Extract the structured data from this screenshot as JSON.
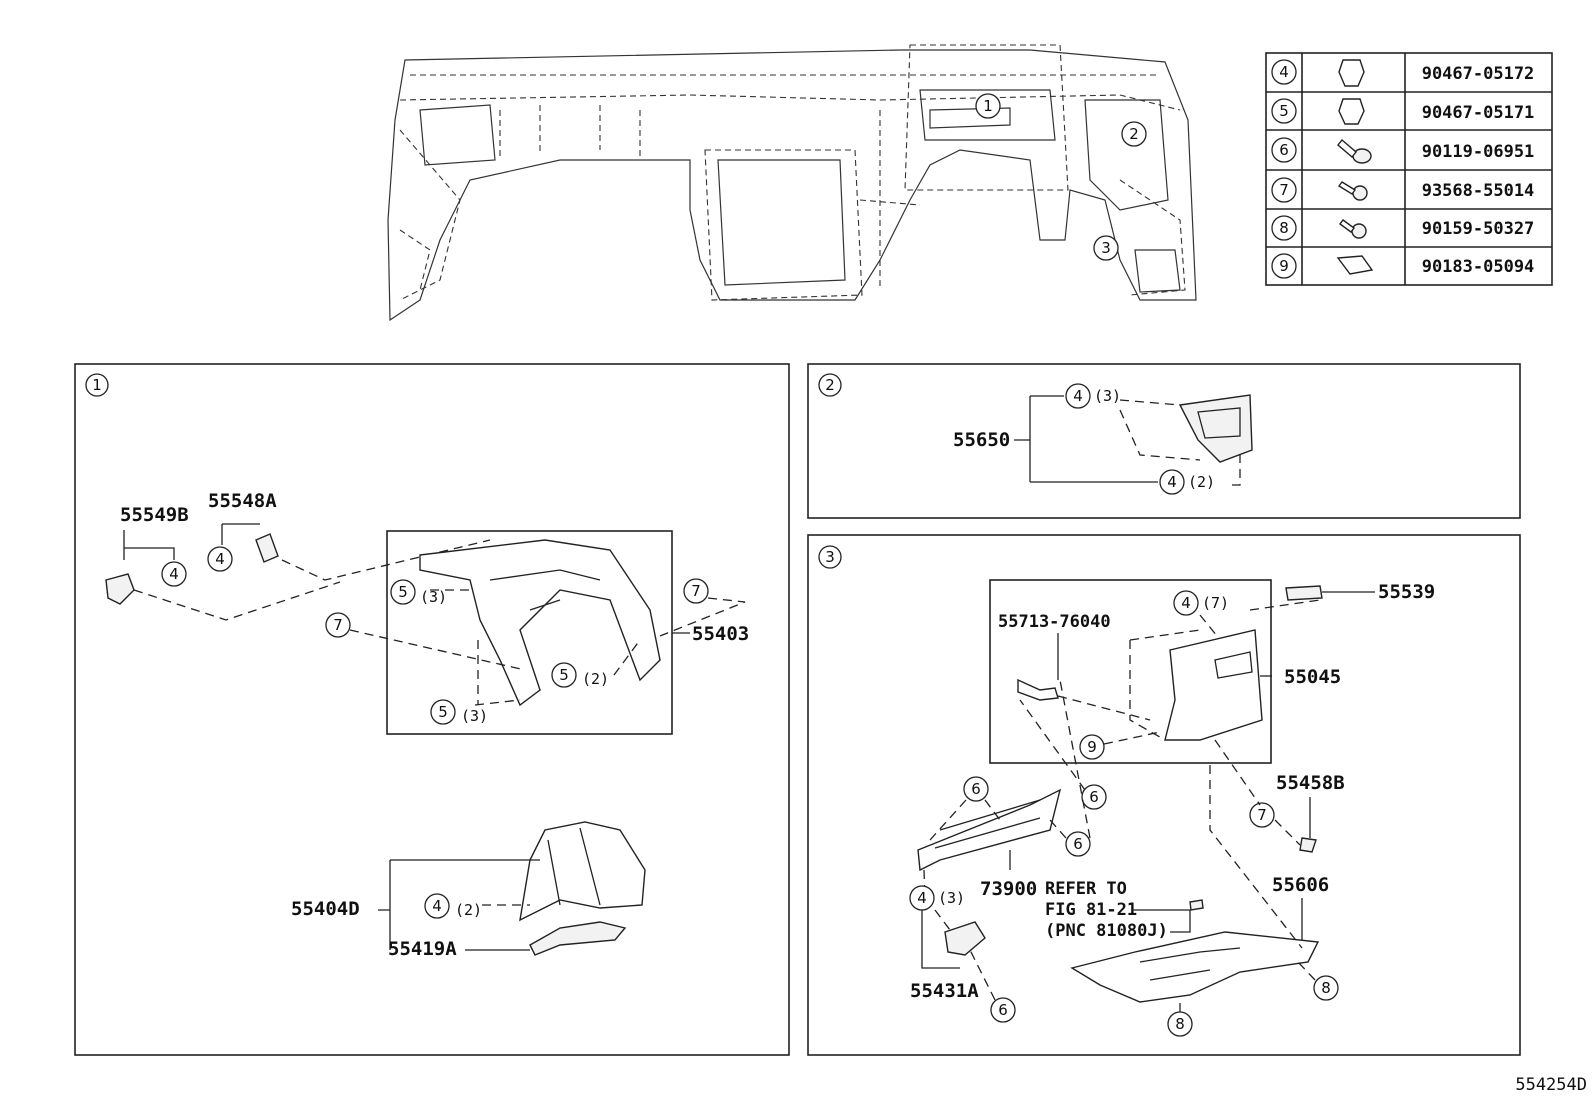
{
  "overview": {
    "zone_labels": [
      "1",
      "2",
      "3"
    ]
  },
  "fastener_table": [
    {
      "key": "4",
      "part_no": "90467-05172",
      "icon": "clip-icon"
    },
    {
      "key": "5",
      "part_no": "90467-05171",
      "icon": "clip-icon"
    },
    {
      "key": "6",
      "part_no": "90119-06951",
      "icon": "bolt-icon"
    },
    {
      "key": "7",
      "part_no": "93568-55014",
      "icon": "screw-icon"
    },
    {
      "key": "8",
      "part_no": "90159-50327",
      "icon": "screw-icon"
    },
    {
      "key": "9",
      "part_no": "90183-05094",
      "icon": "nut-icon"
    }
  ],
  "panel1": {
    "label": "1",
    "parts": {
      "p55549B": "55549B",
      "p55548A": "55548A",
      "p55403": "55403",
      "p55404D": "55404D",
      "p55419A": "55419A"
    },
    "callouts": {
      "c4a": "4",
      "c4b": "4",
      "c5a": "5",
      "c5b": "5",
      "c5c": "5",
      "c7a": "7",
      "c7b": "7",
      "c4c": "4"
    },
    "qty": {
      "q3a": "(3)",
      "q2a": "(2)",
      "q3b": "(3)",
      "q2b": "(2)"
    }
  },
  "panel2": {
    "label": "2",
    "parts": {
      "p55650": "55650"
    },
    "callouts": {
      "c4a": "4",
      "c4b": "4"
    },
    "qty": {
      "q3": "(3)",
      "q2": "(2)"
    }
  },
  "panel3": {
    "label": "3",
    "parts": {
      "p55713": "55713-76040",
      "p55539": "55539",
      "p55045": "55045",
      "p55458B": "55458B",
      "p73900": "73900",
      "p55606": "55606",
      "p55431A": "55431A"
    },
    "callouts": {
      "c4a": "4",
      "c9": "9",
      "c6a": "6",
      "c6b": "6",
      "c6c": "6",
      "c7": "7",
      "c4b": "4",
      "c6d": "6",
      "c8a": "8",
      "c8b": "8"
    },
    "qty": {
      "q7": "(7)",
      "q3": "(3)"
    },
    "refer": [
      "REFER TO",
      "FIG 81-21",
      "(PNC 81080J)"
    ]
  },
  "drawing_code": "554254D"
}
